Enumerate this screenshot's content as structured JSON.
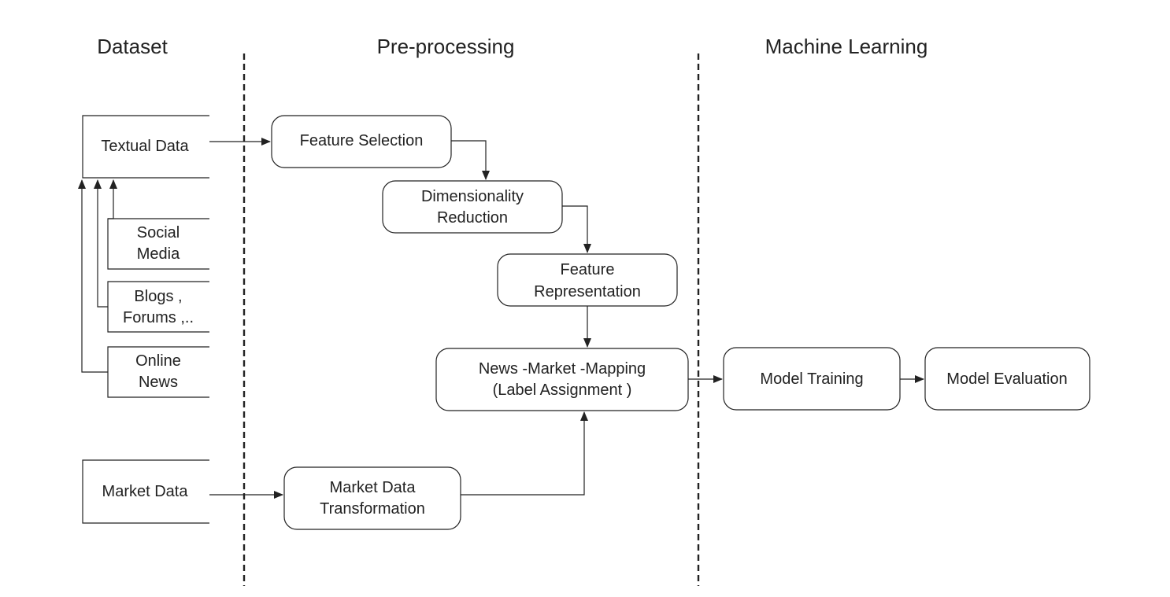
{
  "headers": {
    "dataset": "Dataset",
    "preprocessing": "Pre-processing",
    "machine_learning": "Machine Learning"
  },
  "dataset": {
    "textual_data": "Textual Data",
    "social_media": [
      "Social",
      "Media"
    ],
    "blogs_forums": [
      "Blogs ,",
      "Forums ,.."
    ],
    "online_news": [
      "Online",
      "News"
    ],
    "market_data": "Market Data"
  },
  "preprocessing": {
    "feature_selection": "Feature Selection",
    "dimensionality_reduction": [
      "Dimensionality",
      "Reduction"
    ],
    "feature_representation": [
      "Feature",
      "Representation"
    ],
    "news_market_mapping": [
      "News -Market -Mapping",
      "(Label Assignment )"
    ],
    "market_data_transformation": [
      "Market Data",
      "Transformation"
    ]
  },
  "machine_learning": {
    "model_training": "Model Training",
    "model_evaluation": "Model Evaluation"
  }
}
